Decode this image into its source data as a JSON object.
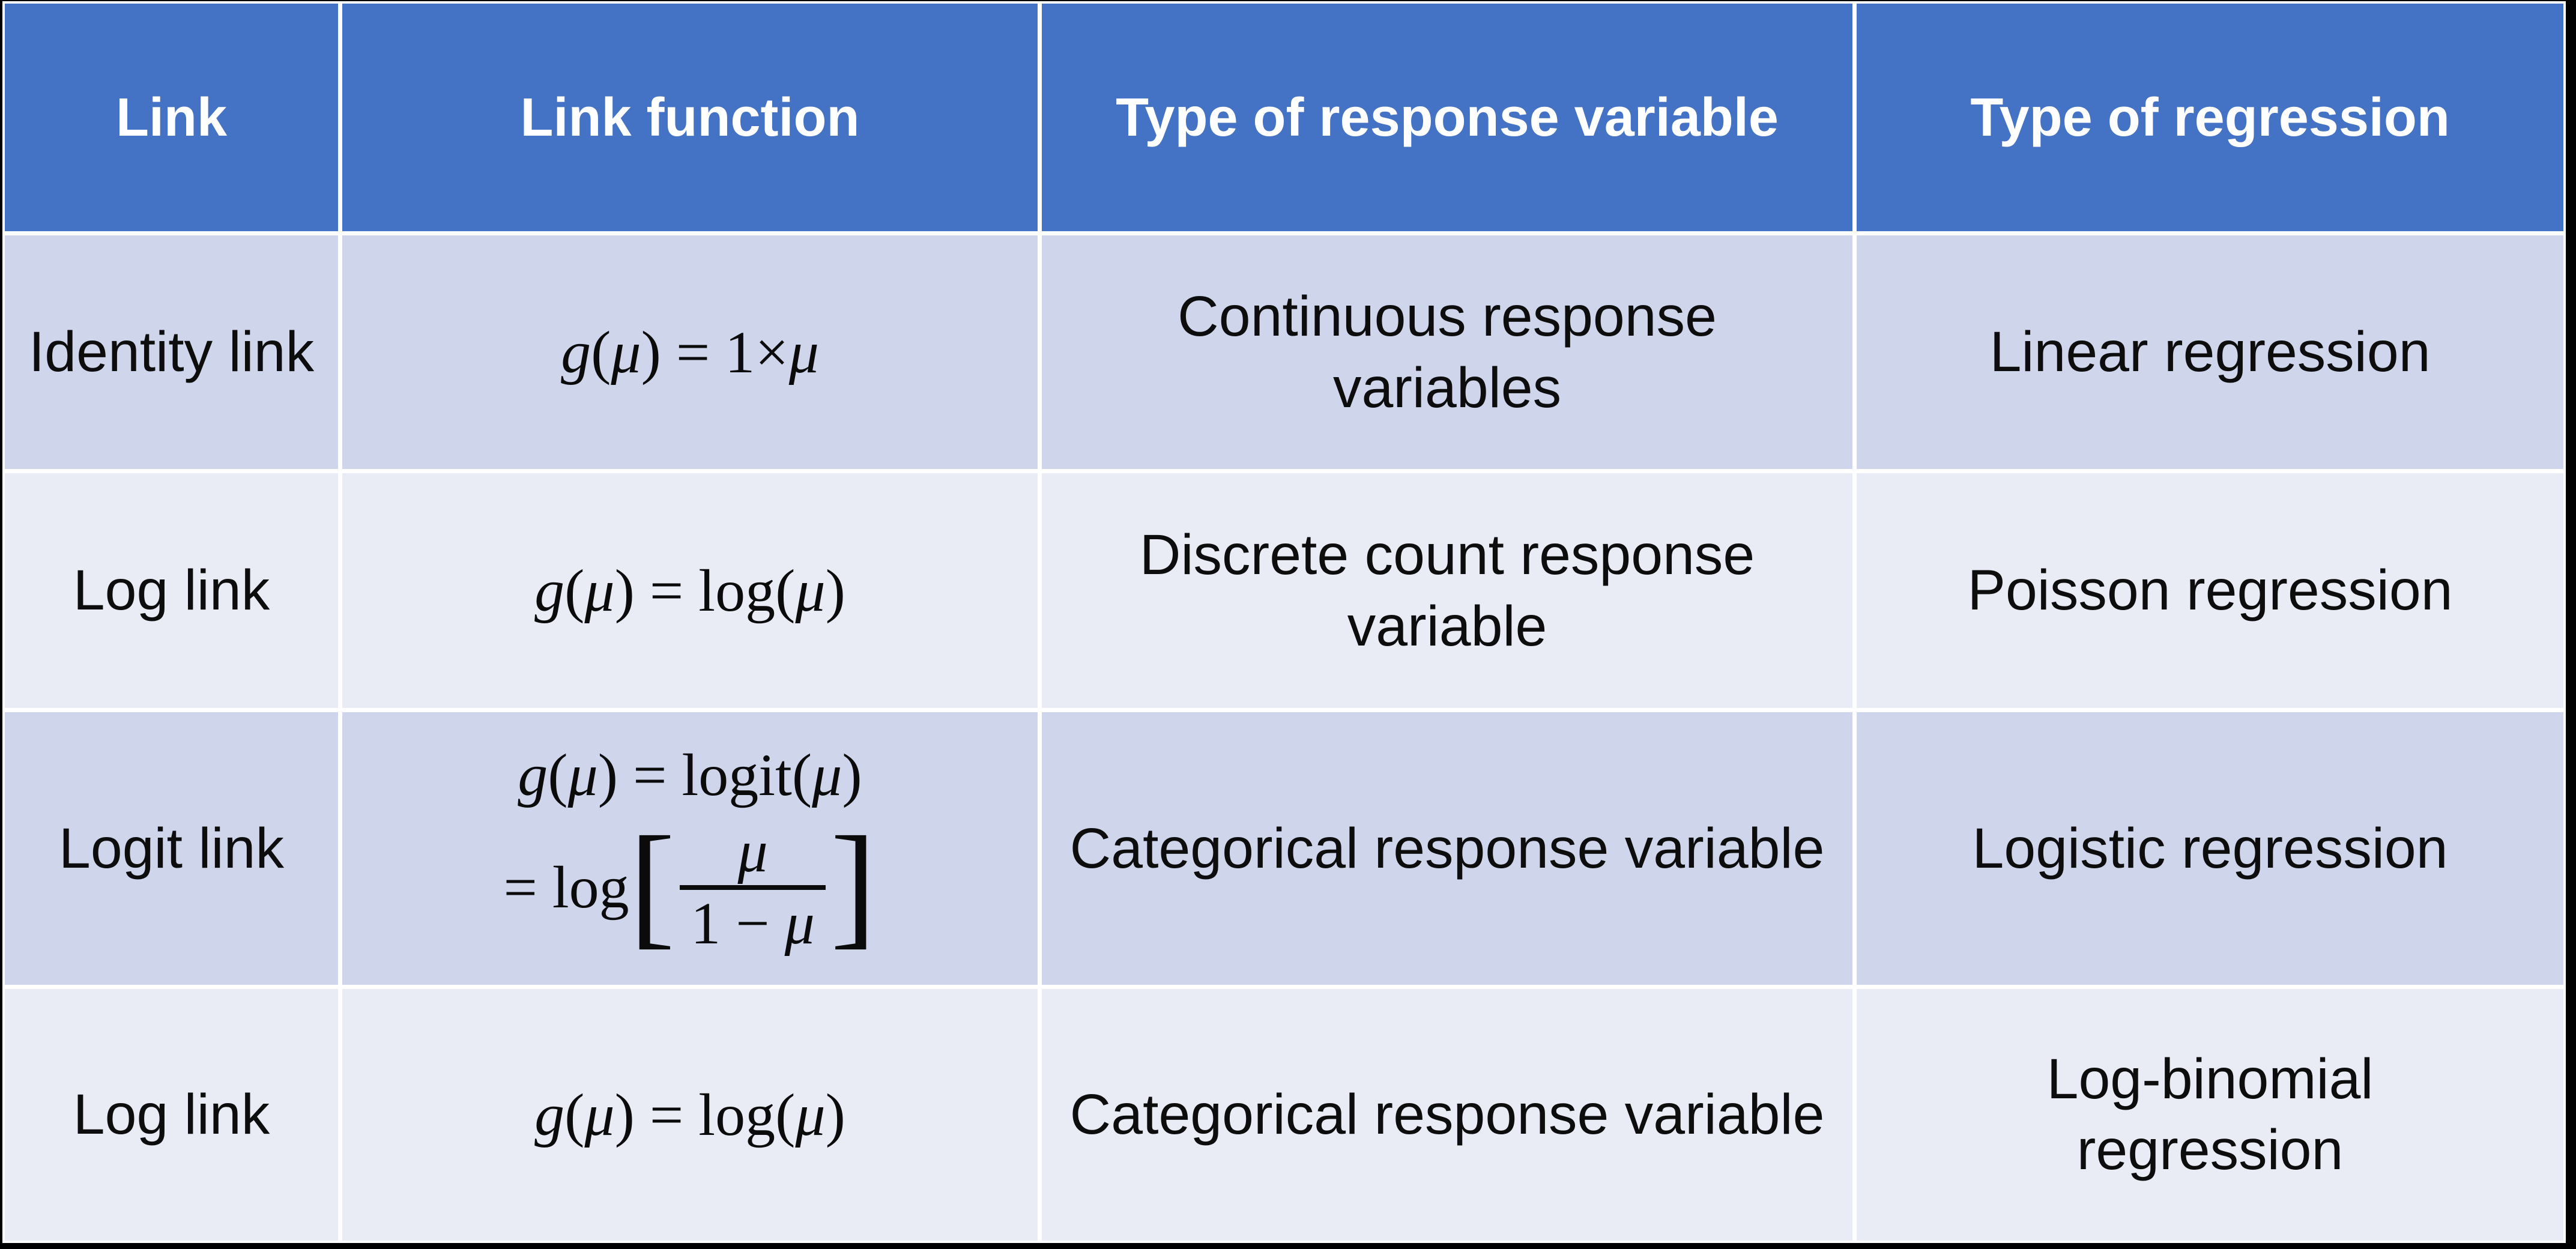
{
  "table": {
    "headers": [
      "Link",
      "Link function",
      "Type of response variable",
      "Type of regression"
    ],
    "rows": [
      {
        "link": "Identity link",
        "response": "Continuous response variables",
        "regression": "Linear regression"
      },
      {
        "link": "Log link",
        "response": "Discrete count response variable",
        "regression": "Poisson regression"
      },
      {
        "link": "Logit link",
        "response": "Categorical response variable",
        "regression": "Logistic regression"
      },
      {
        "link": "Log link",
        "response": "Categorical response variable",
        "regression": "Log-binomial regression"
      }
    ]
  },
  "formulas": {
    "identity": [
      "g",
      "(",
      "μ",
      ") = 1×",
      "μ"
    ],
    "log": [
      "g",
      "(",
      "μ",
      ") = log(",
      "μ",
      ")"
    ],
    "logit_line1": [
      "g",
      "(",
      "μ",
      ") = logit(",
      "μ",
      ")"
    ],
    "logit_line2": {
      "prefix": "= log",
      "lbracket": "[",
      "numerator": "μ",
      "den_prefix": "1 − ",
      "den_mu": "μ",
      "rbracket": "]"
    }
  },
  "colors": {
    "header_bg": "#4472C4",
    "header_text": "#FFFFFF",
    "band_dark": "#CFD5EA",
    "band_light": "#E9EBF5",
    "body_text": "#0D0D0D",
    "divider": "#FFFFFF",
    "frame": "#000000"
  }
}
